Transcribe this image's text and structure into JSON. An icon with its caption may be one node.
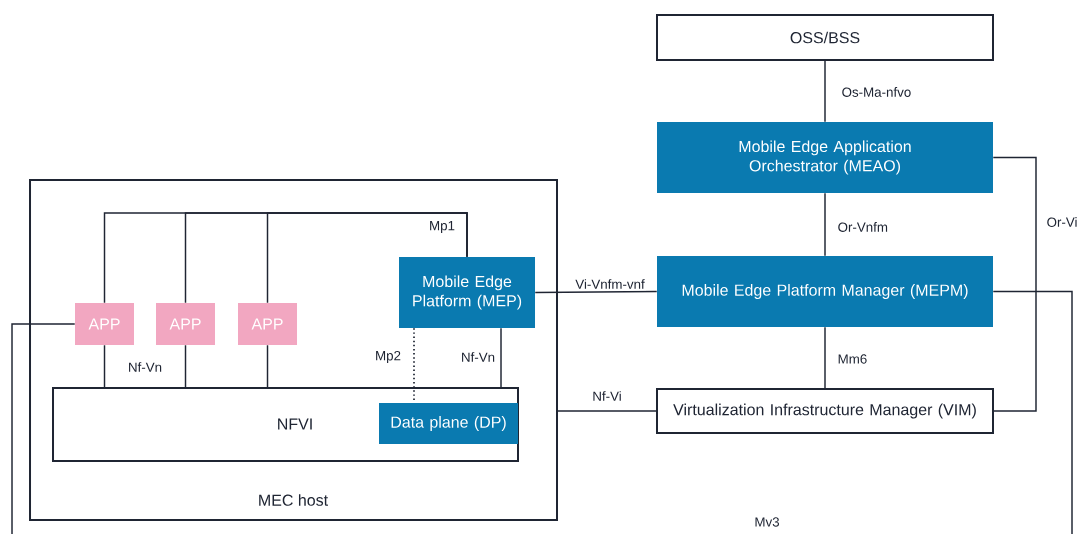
{
  "diagram": {
    "nodes": [
      {
        "text": [
          "OSS/BSS"
        ]
      },
      {
        "text": [
          "Mobile Edge Application Orchestrator (MEAO)"
        ]
      },
      {
        "text": [
          "Mobile Edge Platform Manager (MEPM)"
        ]
      },
      {
        "text": [
          "Virtualization Infrastructure Manager (VIM)"
        ]
      },
      {
        "text": [
          "MEC host"
        ]
      },
      {
        "text": [
          "Mobile Edge Platform (MEP)"
        ],
        "in": 4
      },
      {
        "text": [
          "APP"
        ],
        "in": 4
      },
      {
        "text": [
          "APP"
        ],
        "in": 4
      },
      {
        "text": [
          "APP"
        ],
        "in": 4
      },
      {
        "text": [
          "NFVI"
        ],
        "in": 4
      },
      {
        "text": [
          "Data plane (DP)"
        ],
        "in": 9
      }
    ],
    "edges": [
      {
        "from": 0,
        "to": 1,
        "arrow": "none",
        "label": "Os-Ma-nfvo"
      },
      {
        "from": 1,
        "to": 2,
        "arrow": "none",
        "label": "Or-Vnfm"
      },
      {
        "from": 2,
        "to": 3,
        "arrow": "none",
        "label": "Mm6"
      },
      {
        "from": 1,
        "to": 3,
        "arrow": "none",
        "label": "Or-Vi"
      },
      {
        "from": 5,
        "to": 2,
        "arrow": "none",
        "label": "Vi-Vnfm-vnf"
      },
      {
        "from": 4,
        "to": 3,
        "arrow": "none",
        "label": "Nf-Vi"
      },
      {
        "from": 6,
        "to": 5,
        "arrow": "none",
        "label": "Mp1"
      },
      {
        "from": 7,
        "to": 5,
        "arrow": "none"
      },
      {
        "from": 8,
        "to": 5,
        "arrow": "none"
      },
      {
        "from": 6,
        "to": 9,
        "arrow": "none",
        "label": "Nf-Vn"
      },
      {
        "from": 7,
        "to": 9,
        "arrow": "none"
      },
      {
        "from": 8,
        "to": 9,
        "arrow": "none"
      },
      {
        "from": 5,
        "to": 9,
        "arrow": "none",
        "label": "Nf-Vn"
      },
      {
        "from": 5,
        "to": 10,
        "arrow": "none",
        "label": "Mp2",
        "style": "dashed"
      },
      {
        "from": 6,
        "to": 2,
        "arrow": "none",
        "label": "Mv3"
      }
    ]
  }
}
